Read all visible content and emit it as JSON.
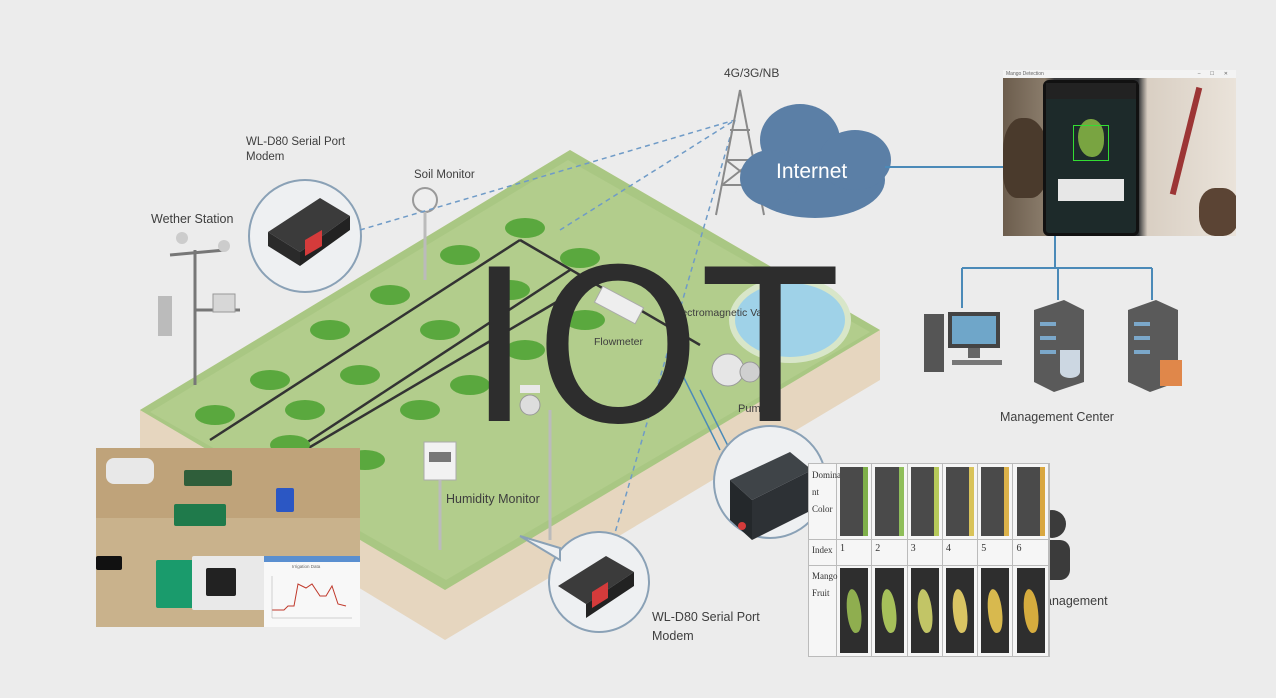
{
  "title": "IOT",
  "labels": {
    "network": "4G/3G/NB",
    "internet": "Internet",
    "modem_top": "WL-D80 Serial Port\nModem",
    "soil_monitor": "Soil Monitor",
    "weather_station": "Wether Station",
    "flowmeter": "Flowmeter",
    "valve": "Electromagnetic Valve",
    "pump": "Pump",
    "humidity_monitor": "Humidity Monitor",
    "management_center": "Management Center",
    "modem_bottom": "WL-D80 Serial Port\nModem",
    "management_partial": "anagement"
  },
  "phone_window": {
    "title": "Mango Detection",
    "controls": "– ☐ ✕"
  },
  "sensor_screen": {
    "plot_title": "Irrigation Data"
  },
  "mango_table": {
    "row_headers": [
      "Domina nt Color",
      "Index",
      "Mango Fruit"
    ],
    "indices": [
      "1",
      "2",
      "3",
      "4",
      "5",
      "6"
    ],
    "dominant_colors": [
      "#7fb04a",
      "#8fbe5a",
      "#b6c95a",
      "#d9c35a",
      "#dcb24a",
      "#d9a740"
    ],
    "fruit_colors": [
      "#8fae4f",
      "#a6c05a",
      "#c2c566",
      "#d9c463",
      "#d8b94e",
      "#d6ac3e"
    ]
  },
  "colors": {
    "field_green": "#a4c47f",
    "field_side": "#e3d3bb",
    "cloud": "#5b7fa6",
    "pipe_blue": "#4b8ab8",
    "title": "#2d2d2d"
  }
}
